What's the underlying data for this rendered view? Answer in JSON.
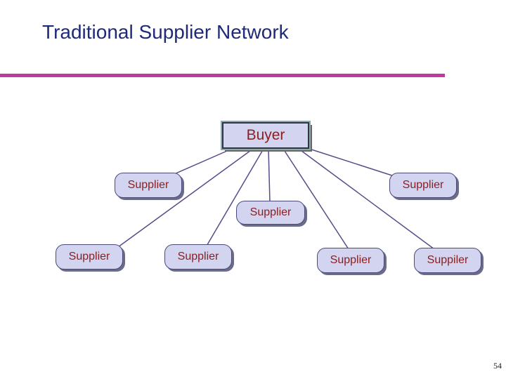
{
  "title": "Traditional Supplier Network",
  "buyer": "Buyer",
  "suppliers": [
    "Supplier",
    "Supplier",
    "Supplier",
    "Supplier",
    "Supplier",
    "Supplier",
    "Suppiler"
  ],
  "page_number": "54",
  "colors": {
    "rule": "#c2399e",
    "title": "#1f2a78",
    "node_fill": "#d2d4f0",
    "node_text": "#8a1f1f",
    "line": "#5a4a8a"
  }
}
